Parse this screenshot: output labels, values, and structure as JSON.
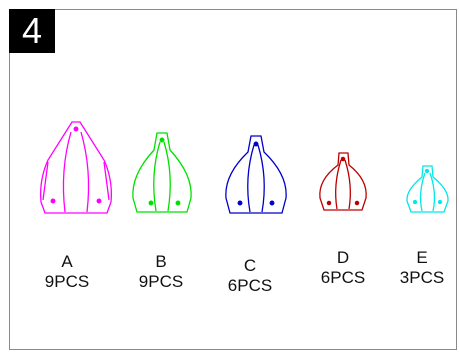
{
  "step_number": "4",
  "parts": [
    {
      "letter": "A",
      "qty": "9PCS",
      "color": "#ff00ff"
    },
    {
      "letter": "B",
      "qty": "9PCS",
      "color": "#00e000"
    },
    {
      "letter": "C",
      "qty": "6PCS",
      "color": "#0000cc"
    },
    {
      "letter": "D",
      "qty": "6PCS",
      "color": "#bb0000"
    },
    {
      "letter": "E",
      "qty": "3PCS",
      "color": "#00e8e8"
    }
  ]
}
